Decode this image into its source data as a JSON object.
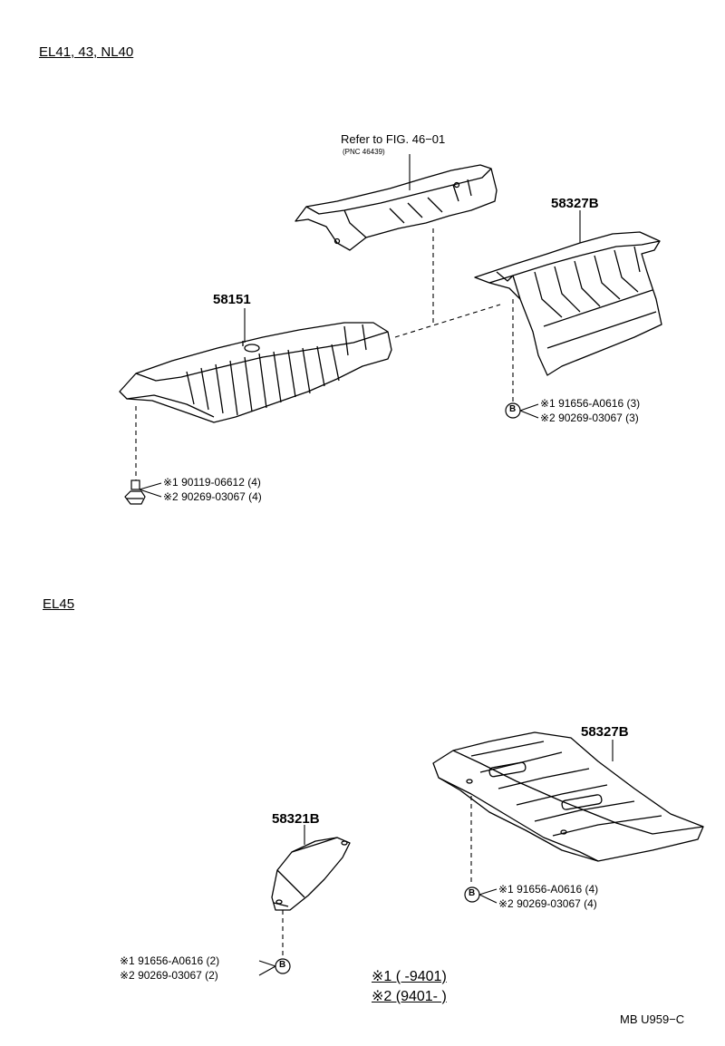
{
  "sections": {
    "top": "EL41, 43, NL40",
    "bottom": "EL45"
  },
  "top": {
    "ref_main": "Refer to FIG. 46−01",
    "ref_pnc": "(PNC 46439)",
    "part_58151": "58151",
    "part_58327b": "58327B",
    "bolt_a_1": "※1 90119-06612 (4)",
    "bolt_a_2": "※2 90269-03067 (4)",
    "bolt_b_1": "※1 91656-A0616 (3)",
    "bolt_b_2": "※2 90269-03067 (3)",
    "b_marker": "B"
  },
  "bottom": {
    "part_58327b": "58327B",
    "part_58321b": "58321B",
    "bolt_c_1": "※1 91656-A0616 (4)",
    "bolt_c_2": "※2 90269-03067 (4)",
    "bolt_d_1": "※1 91656-A0616 (2)",
    "bolt_d_2": "※2 90269-03067 (2)",
    "b_marker": "B"
  },
  "legend": {
    "note1": "※1 (       -9401)",
    "note2": "※2 (9401-       )"
  },
  "footer": {
    "code": "MB U959−C"
  }
}
